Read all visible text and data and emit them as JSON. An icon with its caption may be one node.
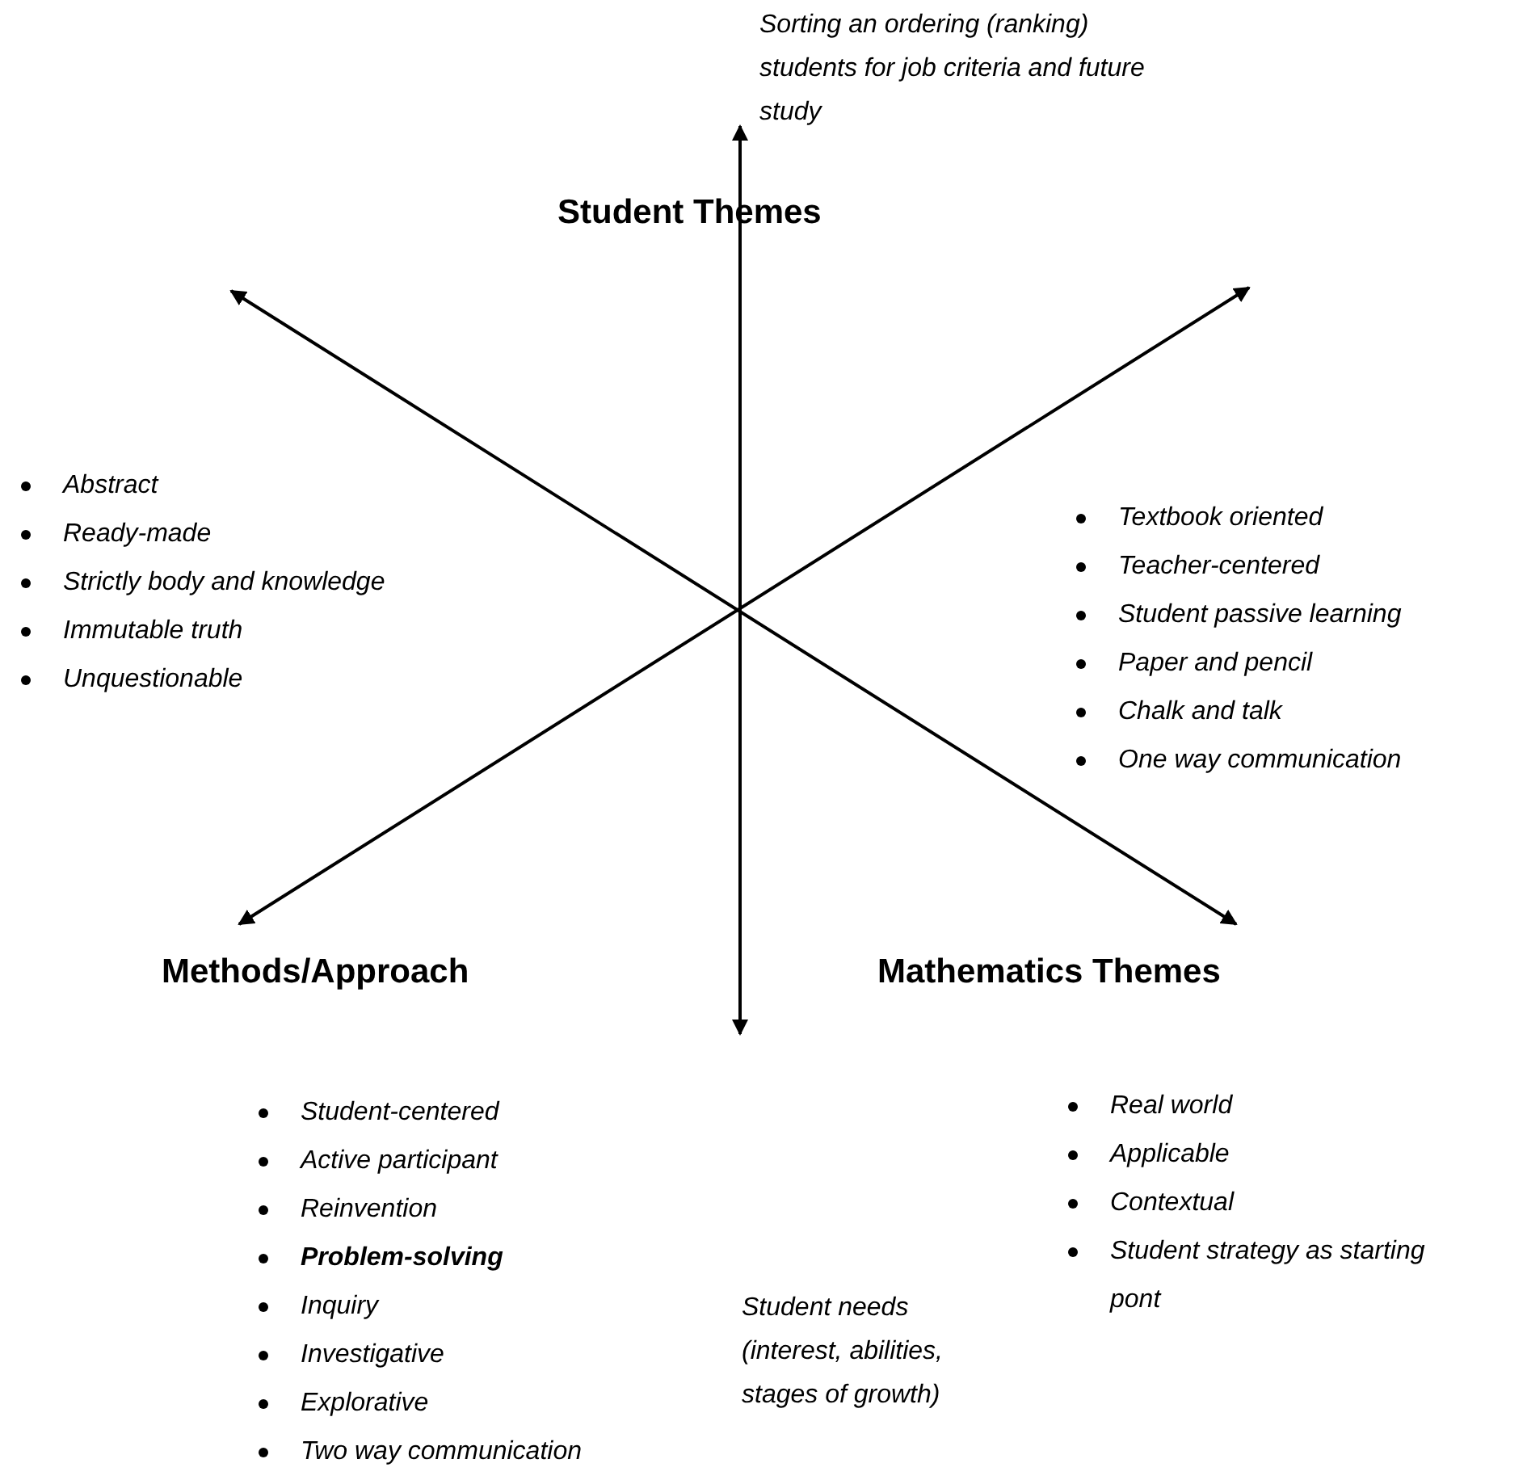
{
  "diagram": {
    "labels": [
      "Sorting an ordering (ranking) students for job criteria and future study",
      "Student Themes",
      "Abstract",
      "Ready-made",
      "Strictly body and knowledge",
      "Immutable truth",
      "Unquestionable",
      "Textbook oriented",
      "Teacher-centered",
      "Student passive learning",
      "Paper and pencil",
      "Chalk and talk",
      "One way communication",
      "Methods/Approach",
      "Mathematics Themes",
      "Student-centered",
      "Active participant",
      "Reinvention",
      "**Problem-solving**",
      "Inquiry",
      "Investigative",
      "Explorative",
      "Two way communication",
      "Real world",
      "Applicable",
      "Contextual",
      "Student strategy as starting pont",
      "Student needs (interest, abilities, stages of growth)"
    ]
  }
}
